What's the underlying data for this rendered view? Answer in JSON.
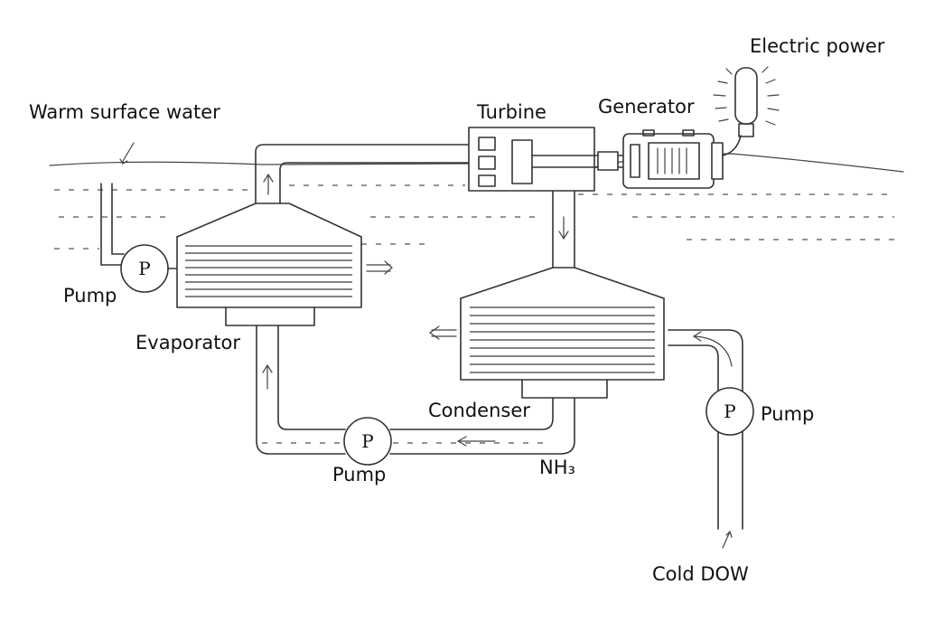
{
  "labels": {
    "warm_surface_water": "Warm surface water",
    "turbine": "Turbine",
    "generator": "Generator",
    "electric_power": "Electric power",
    "pump_left": "Pump",
    "evaporator": "Evaporator",
    "condenser": "Condenser",
    "pump_bottom": "Pump",
    "nh3": "NH₃",
    "pump_right": "Pump",
    "cold_dow": "Cold DOW"
  },
  "pump_symbol": "P",
  "colors": {
    "line": "#333333",
    "background": "#ffffff",
    "text": "#111111"
  }
}
